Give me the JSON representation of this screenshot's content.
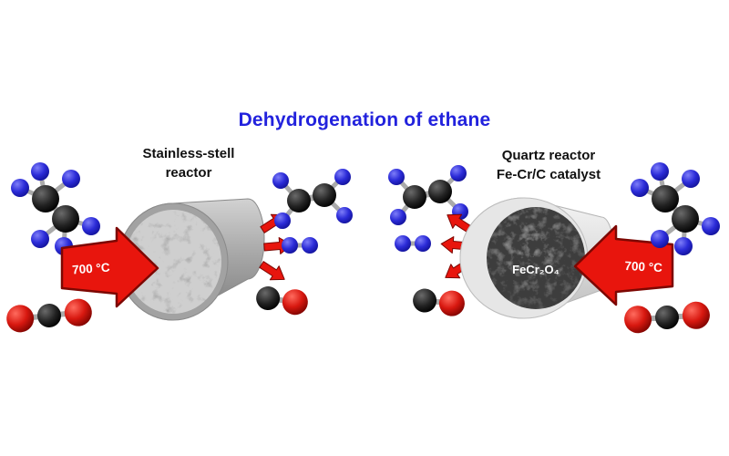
{
  "title": "Dehydrogenation of ethane",
  "left": {
    "reactor_label_line1": "Stainless-stell",
    "reactor_label_line2": "reactor",
    "arrow_label": "700 °C"
  },
  "right": {
    "reactor_label_line1": "Quartz reactor",
    "reactor_label_line2": "Fe-Cr/C catalyst",
    "catalyst_label": "FeCr₂O₄",
    "arrow_label": "700 °C"
  },
  "colors": {
    "title_blue": "#2222dd",
    "arrow_red": "#e8150d",
    "arrow_red_dark": "#7d0702",
    "hydrogen_blue": "#2c2cd8",
    "carbon_black": "#141414",
    "oxygen_red": "#d81810",
    "bond_gray": "#aaaaaa",
    "reactor_gray": "#9e9e9e",
    "background": "#ffffff"
  }
}
